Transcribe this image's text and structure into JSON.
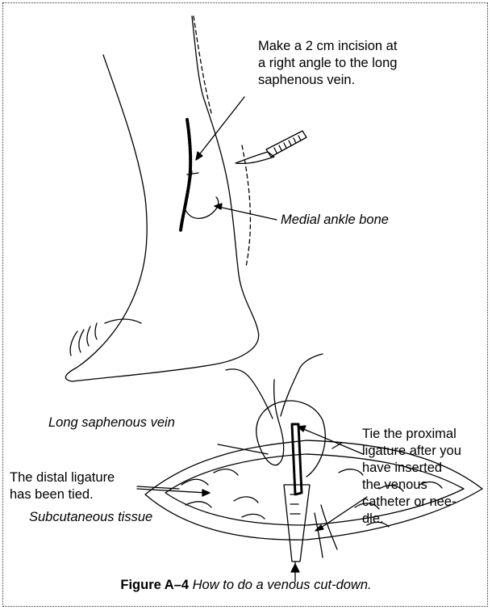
{
  "labels": {
    "incision": "Make a 2 cm incision at\na right angle to the long\nsaphenous vein.",
    "ankle_bone": "Medial ankle bone",
    "long_vein": "Long saphenous vein",
    "distal": "The distal ligature\nhas been tied.",
    "subcutaneous": "Subcutaneous tissue",
    "proximal": "Tie the proximal\nligature after you\nhave inserted\nthe venous\ncatheter or nee-\ndle."
  },
  "caption": {
    "number": "Figure A–4",
    "text": "How to do a venous cut-down."
  }
}
